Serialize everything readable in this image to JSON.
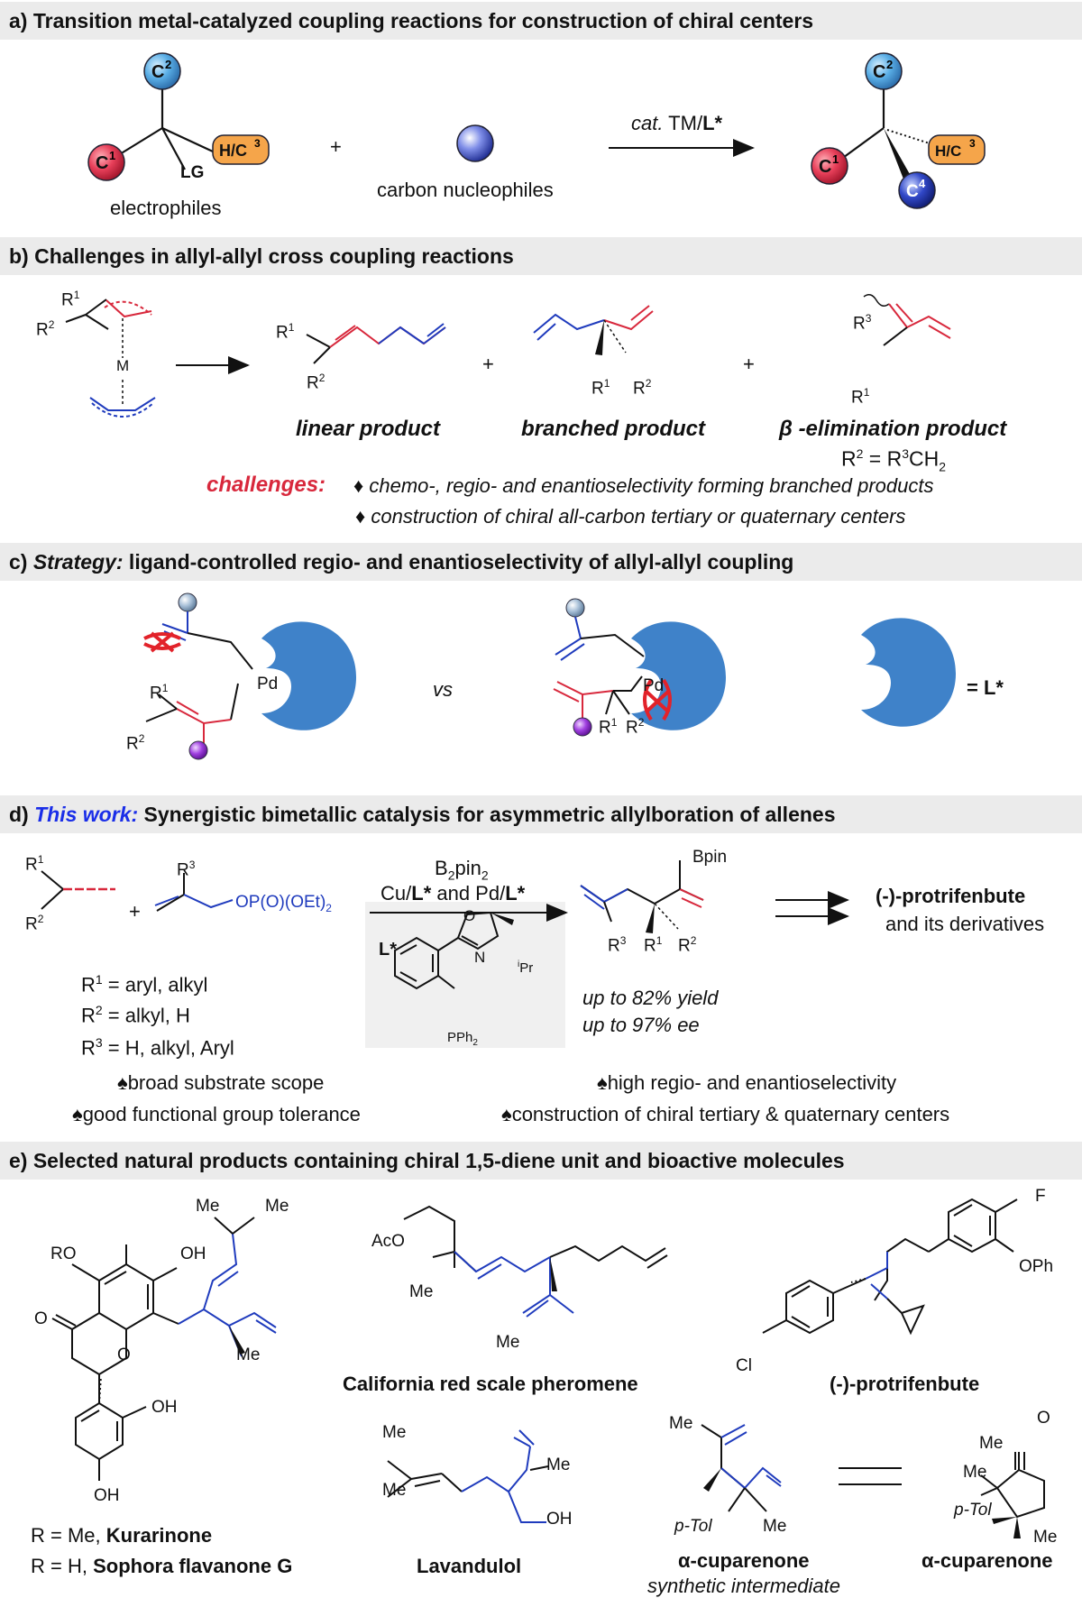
{
  "sections": {
    "a": {
      "title": "a) Transition metal-catalyzed coupling reactions  for construction of chiral centers"
    },
    "b": {
      "title": "b) Challenges in allyl-allyl cross coupling reactions"
    },
    "c": {
      "title_prefix": "c) ",
      "title_italic": "Strategy:",
      "title_rest": " ligand-controlled regio- and enantioselectivity of allyl-allyl coupling"
    },
    "d": {
      "title_prefix": "d) ",
      "title_italic": "This work:",
      "title_rest": " Synergistic bimetallic catalysis for asymmetric allylboration of allenes"
    },
    "e": {
      "title": "e) Selected natural products containing chiral 1,5-diene unit and bioactive molecules"
    }
  },
  "panel_a": {
    "electrophiles_label": "electrophiles",
    "leaving_group": "LG",
    "plus": "+",
    "nucleophile_label": "carbon nucleophiles",
    "arrow_label_italic": "cat.",
    "arrow_label_rest": " TM/",
    "arrow_label_bold": "L*",
    "c1": "C1",
    "c2": "C2",
    "c3": "H/C3",
    "c4": "C4"
  },
  "panel_b": {
    "metal": "M",
    "linear": "linear product",
    "branched": "branched product",
    "beta": "β -elimination product",
    "beta_note": "R2 = R3CH2",
    "challenges_label": "challenges:",
    "challenge_1": "chemo-, regio- and enantioselectivity forming branched products",
    "challenge_2": "construction of chiral all-carbon tertiary or quaternary centers",
    "bullet": "♦",
    "plus": "+"
  },
  "panel_c": {
    "pd": "Pd",
    "vs": "vs",
    "ligand_eq": "= L*",
    "r1": "R1",
    "r2": "R2"
  },
  "panel_d": {
    "reagent_1": "B2pin2",
    "reagent_2": "Cu/L* and Pd/L*",
    "ligand_label": "L*",
    "ligand_ipr": "iPr",
    "ligand_pph2": "PPh2",
    "phosphate": "OP(O)(OEt)2",
    "bpin": "Bpin",
    "r1_def": "R1 = aryl, alkyl",
    "r2_def": "R2 = alkyl, H",
    "r3_def": "R3 = H, alkyl, Aryl",
    "yield": "up to 82% yield",
    "ee": "up to 97% ee",
    "target": "(-)-protrifenbute",
    "target_sub": "and its derivatives",
    "feature_1": "broad substrate scope",
    "feature_2": "good functional group tolerance",
    "feature_3": "high regio- and enantioselectivity",
    "feature_4": "construction of chiral tertiary & quaternary centers",
    "spade": "♠"
  },
  "panel_e": {
    "kurarinone_line1_prefix": "R = Me, ",
    "kurarinone_line1_name": "Kurarinone",
    "kurarinone_line2_prefix": "R = H, ",
    "kurarinone_line2_name": "Sophora flavanone G",
    "california": "California red scale pheromene",
    "protrifenbute": "(-)-protrifenbute",
    "lavandulol": "Lavandulol",
    "cuparenone_int": "α-cuparenone",
    "cuparenone_int_sub": "synthetic intermediate",
    "cuparenone": "α-cuparenone",
    "me": "Me",
    "oh": "OH",
    "ro": "RO",
    "aco": "AcO",
    "oph": "OPh",
    "f": "F",
    "cl": "Cl",
    "ptol": "p-Tol",
    "o": "O"
  },
  "colors": {
    "red": "#d8283c",
    "blue": "#1f3bbd",
    "ligand_blue": "#3f82c9",
    "orange": "#f5a54a",
    "band": "#ebebeb"
  }
}
